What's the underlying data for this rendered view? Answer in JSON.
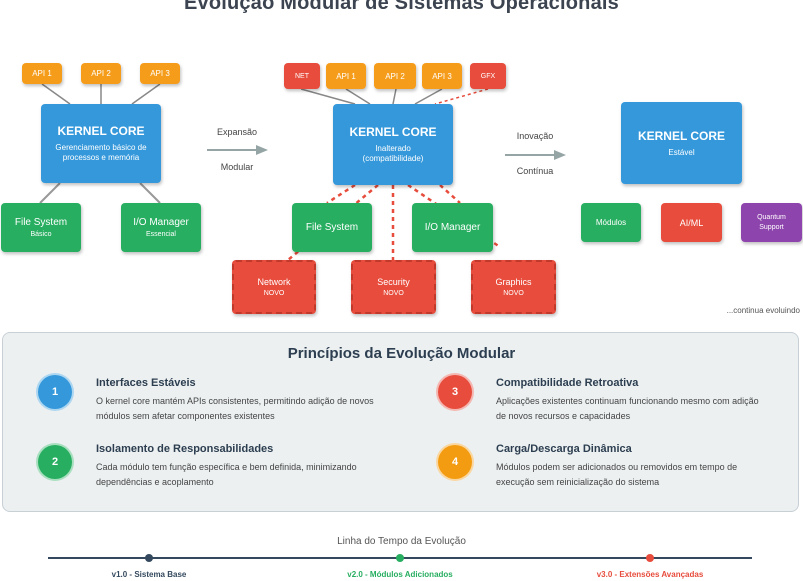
{
  "title": "Evolução Modular de Sistemas Operacionais",
  "stage1": {
    "apis": [
      "API 1",
      "API 2",
      "API 3"
    ],
    "kernel_title": "KERNEL CORE",
    "kernel_sub": "Gerenciamento básico de processos e memória",
    "modules": [
      {
        "name": "File System",
        "sub": "Básico"
      },
      {
        "name": "I/O Manager",
        "sub": "Essencial"
      }
    ]
  },
  "arrow1": {
    "top": "Expansão",
    "bottom": "Modular"
  },
  "stage2": {
    "apis": [
      "NET",
      "API 1",
      "API 2",
      "API 3",
      "GFX"
    ],
    "kernel_title": "KERNEL CORE",
    "kernel_sub": "Inalterado (compatibilidade)",
    "modules": [
      "File System",
      "I/O Manager"
    ],
    "new_modules": [
      {
        "name": "Network",
        "sub": "NOVO"
      },
      {
        "name": "Security",
        "sub": "NOVO"
      },
      {
        "name": "Graphics",
        "sub": "NOVO"
      }
    ]
  },
  "arrow2": {
    "top": "Inovação",
    "bottom": "Contínua"
  },
  "stage3": {
    "kernel_title": "KERNEL CORE",
    "kernel_sub": "Estável",
    "modules": [
      "Módulos",
      "AI/ML",
      "Quantum Support"
    ],
    "note": "...continua evoluindo"
  },
  "principles": {
    "title": "Princípios da Evolução Modular",
    "items": [
      {
        "num": "1",
        "heading": "Interfaces Estáveis",
        "desc": "O kernel core mantém APIs consistentes, permitindo adição de novos módulos sem afetar componentes existentes",
        "color": "#3498db"
      },
      {
        "num": "2",
        "heading": "Isolamento de Responsabilidades",
        "desc": "Cada módulo tem função específica e bem definida, minimizando dependências e acoplamento",
        "color": "#27ae60"
      },
      {
        "num": "3",
        "heading": "Compatibilidade Retroativa",
        "desc": "Aplicações existentes continuam funcionando mesmo com adição de novos recursos e capacidades",
        "color": "#e74c3c"
      },
      {
        "num": "4",
        "heading": "Carga/Descarga Dinâmica",
        "desc": "Módulos podem ser adicionados ou removidos em tempo de execução sem reinicialização do sistema",
        "color": "#f39c12"
      }
    ]
  },
  "timeline": {
    "title": "Linha do Tempo da Evolução",
    "items": [
      {
        "label": "v1.0 - Sistema Base",
        "color": "#34495e"
      },
      {
        "label": "v2.0 - Módulos Adicionados",
        "color": "#27ae60"
      },
      {
        "label": "v3.0 - Extensões Avançadas",
        "color": "#e74c3c"
      }
    ]
  }
}
